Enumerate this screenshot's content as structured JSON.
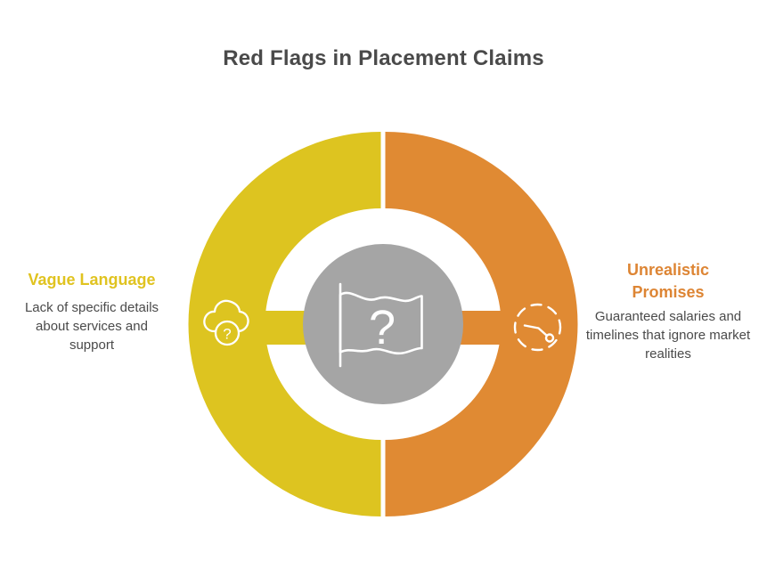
{
  "title": "Red Flags in Placement Claims",
  "center": {
    "icon": "flag-question-icon",
    "question_mark": "?"
  },
  "segments": {
    "left": {
      "heading": "Vague Language",
      "description": "Lack of specific details about services and support",
      "icon": "cloud-question-icon",
      "icon_question_mark": "?",
      "color": "#ddc420"
    },
    "right": {
      "heading": "Unrealistic Promises",
      "description": "Guaranteed salaries and timelines that ignore market realities",
      "icon": "dashed-clock-icon",
      "color": "#e08a33"
    }
  },
  "colors": {
    "left_segment": "#ddc420",
    "right_segment": "#e08a33",
    "center_circle": "#a5a5a5",
    "heading_left": "#e0c320",
    "heading_right": "#dd8534",
    "body_text": "#4a4a4a",
    "icon_stroke": "#ffffff",
    "background": "#ffffff"
  }
}
